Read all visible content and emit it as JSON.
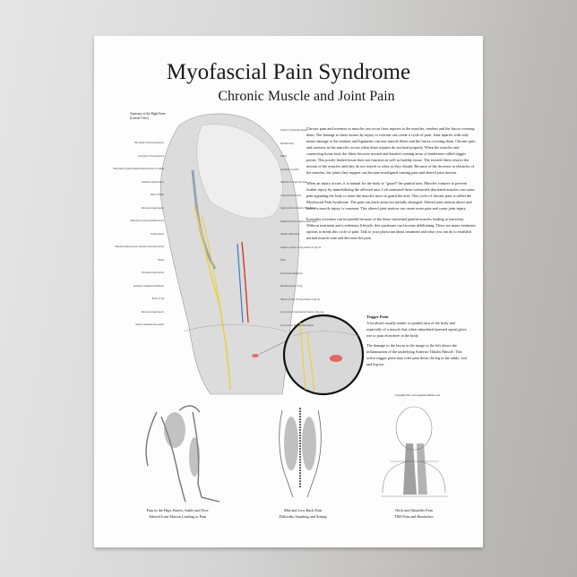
{
  "poster": {
    "title": "Myofascial Pain Syndrome",
    "subtitle": "Chronic Muscle and Joint Pain",
    "knee_caption": [
      "Anatomy of the Right Knee",
      "(Lateral View)"
    ],
    "body_paragraphs": [
      "Chronic pain and soreness in muscles can occur from injuries to the muscles, tendons and the fascia covering them. The damage to these tissues by injury or overuse can create a cycle of pain. Joint injuries with only minor damage to the tendons and ligaments can tear muscle fibers and the fascia covering them. Chronic pain and soreness in the muscles occurs when these injuries do not heal properly. When the muscles and connecting tissue heal, the fibers become twisted and knotted creating areas of tenderness called trigger points. This poorly healed tissue does not function as well as healthy tissue. The twisted fibers restrict the motion of the muscles and they do not stretch or relax as they should. Because of the decrease in elasticity of the muscles, the joints they support can become misaligned causing pain and altered joint motion.",
      "When an injury occurs, it is natural for the body to \"guard\" the painful area. Muscles contract to prevent further injury by immobilizing the affected area. Left untreated these contracted shortened muscles can cause pain signaling the body to tense the muscles more to guard the area. This cycle of chronic pain is called the Myofascial Pain Syndrome. The pain can reach areas not initially damaged. Altered joint motion above and below a muscle injury is common. This altered joint motion can create more pain and cause joint injury.",
      "Everyday activities can be painful because of the these shortened painful muscles leading to inactivity. Without treatment and a sedentary lifestyle, this syndrome can become debilitating. There are many treatment options to break this cycle of pain. Talk to your physician about treatment and what you can do to establish normal muscle tone and decrease the pain."
    ],
    "trigger_point": {
      "heading": "Trigger Point",
      "definition": "A localized usually tender or painful area of the body and especially of a muscle that when stimulated (pressed upon) gives rise to pain elsewhere in the body.",
      "description": "The damage to the fascia in the image to the left shows the inflammation of the underlying Anterior Tibialis Muscle. This active trigger point may refer pain down the leg to the ankle, foot and big-toe."
    },
    "copyright": "Copyright 2011 www.AnatomicalPrints.com",
    "knee_labels_left": [
      "Short head of the biceps muscle",
      "Long head of biceps muscle",
      "Outer head of gastrocnemius muscle (tendon of origin)",
      "External popliteal nerve",
      "Head of fibula",
      "Peroneus longus muscle",
      "Outer head of gastrocnemius muscle",
      "Soleus muscle",
      "Musculocutaneous nerve (branch of peroneus nerve)",
      "Fibula",
      "Peroneus brevis muscle",
      "Peroneus communicans fibularis",
      "Fascia of leg",
      "Peroneus longus muscle",
      "Anterior intermuscular septum"
    ],
    "knee_labels_right": [
      "Tendon of quadriceps muscle",
      "Iliotibial band",
      "Patella",
      "Ligament of patella",
      "Insertion of biceps into tibia",
      "Long extensor muscle",
      "Upper portion of anterior tibial muscle",
      "Tendinous arch for anterior tibial nerve",
      "Anterior tibial artery",
      "Superior portion of long extensor of big toe",
      "Tibia",
      "Interosseous membrane",
      "Peroneus (fascia of leg)",
      "Inferior portion of long extensor of big toe",
      "Lower part of long extensor muscle of the toes",
      "Lower part of anterior tibial muscle"
    ],
    "captions": [
      [
        "Pain in the Hips, Knees, Ankle and Foot",
        "Altered Joint Motion Leading to Pain"
      ],
      [
        "Mid and Low Back Pain",
        "Difficulty Standing and Sitting"
      ],
      [
        "Neck and Shoulder Pain",
        "TMJ Pain and Headaches"
      ]
    ],
    "colors": {
      "nerve": "#e8d23a",
      "artery": "#d23a2a",
      "vein": "#3a78c8",
      "trigger": "#e85050"
    }
  }
}
